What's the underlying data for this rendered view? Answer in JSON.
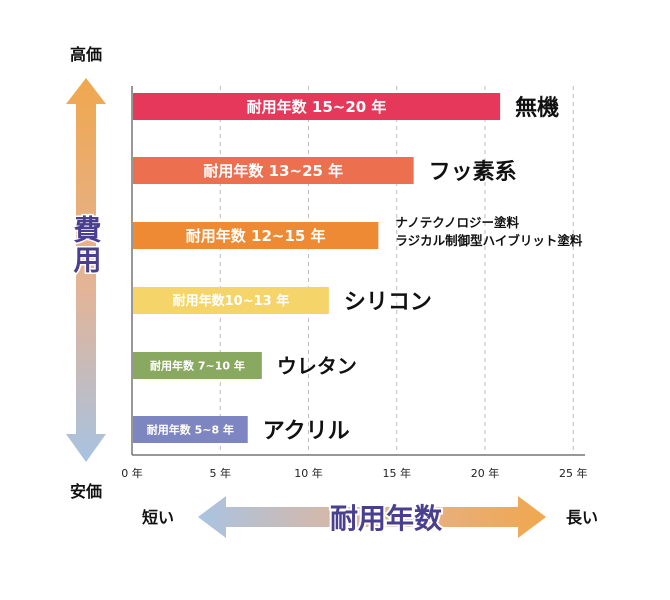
{
  "y_axis": {
    "top_label": "高価",
    "bottom_label": "安価",
    "title": "費用"
  },
  "x_axis": {
    "left_label": "短い",
    "right_label": "長い",
    "title": "耐用年数"
  },
  "chart_data": {
    "type": "bar",
    "orientation": "horizontal",
    "unit": "年",
    "xlim": [
      0,
      25
    ],
    "x_ticks": [
      0,
      5,
      10,
      15,
      20,
      25
    ],
    "x_tick_labels": [
      "0 年",
      "5 年",
      "10 年",
      "15 年",
      "20 年",
      "25 年"
    ],
    "grid": "vertical dashed",
    "bars": [
      {
        "category": "無機",
        "bar_label": "耐用年数 15~20 年",
        "value": 20.8,
        "color": "#e6385a"
      },
      {
        "category": "フッ素系",
        "bar_label": "耐用年数 13~25 年",
        "value": 15.9,
        "color": "#ec6f50"
      },
      {
        "category": "ナノテクノロジー塗料\nラジカル制御型ハイブリット塗料",
        "bar_label": "耐用年数 12~15 年",
        "value": 13.9,
        "color": "#ee8a33"
      },
      {
        "category": "シリコン",
        "bar_label": "耐用年数10~13 年",
        "value": 11.1,
        "color": "#f5d56a"
      },
      {
        "category": "ウレタン",
        "bar_label": "耐用年数 7~10 年",
        "value": 7.3,
        "color": "#88a95f"
      },
      {
        "category": "アクリル",
        "bar_label": "耐用年数 5~8 年",
        "value": 6.5,
        "color": "#7e86c1"
      }
    ]
  }
}
